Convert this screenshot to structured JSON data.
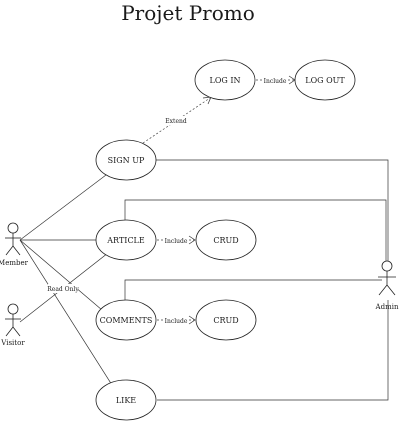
{
  "title": "Projet Promo",
  "actors": {
    "member": "Member",
    "visitor": "Visitor",
    "admin": "Admin"
  },
  "use_cases": {
    "login": "LOG IN",
    "logout": "LOG OUT",
    "signup": "SIGN UP",
    "article": "ARTICLE",
    "crud_article": "CRUD",
    "comments": "COMMENTS",
    "crud_comments": "CRUD",
    "like": "LIKE"
  },
  "relations": {
    "include_logout": "Include",
    "extend_login": "Extend",
    "include_article_crud": "Include",
    "include_comments_crud": "Include",
    "read_only": "Read Only"
  }
}
